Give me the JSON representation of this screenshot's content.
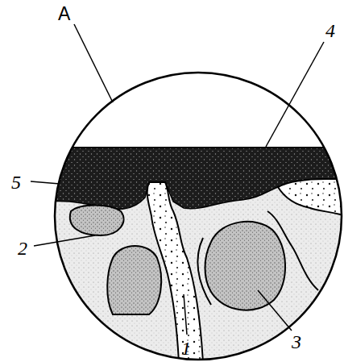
{
  "diagram": {
    "labels": [
      "A",
      "4",
      "5",
      "2",
      "1",
      "3"
    ]
  }
}
